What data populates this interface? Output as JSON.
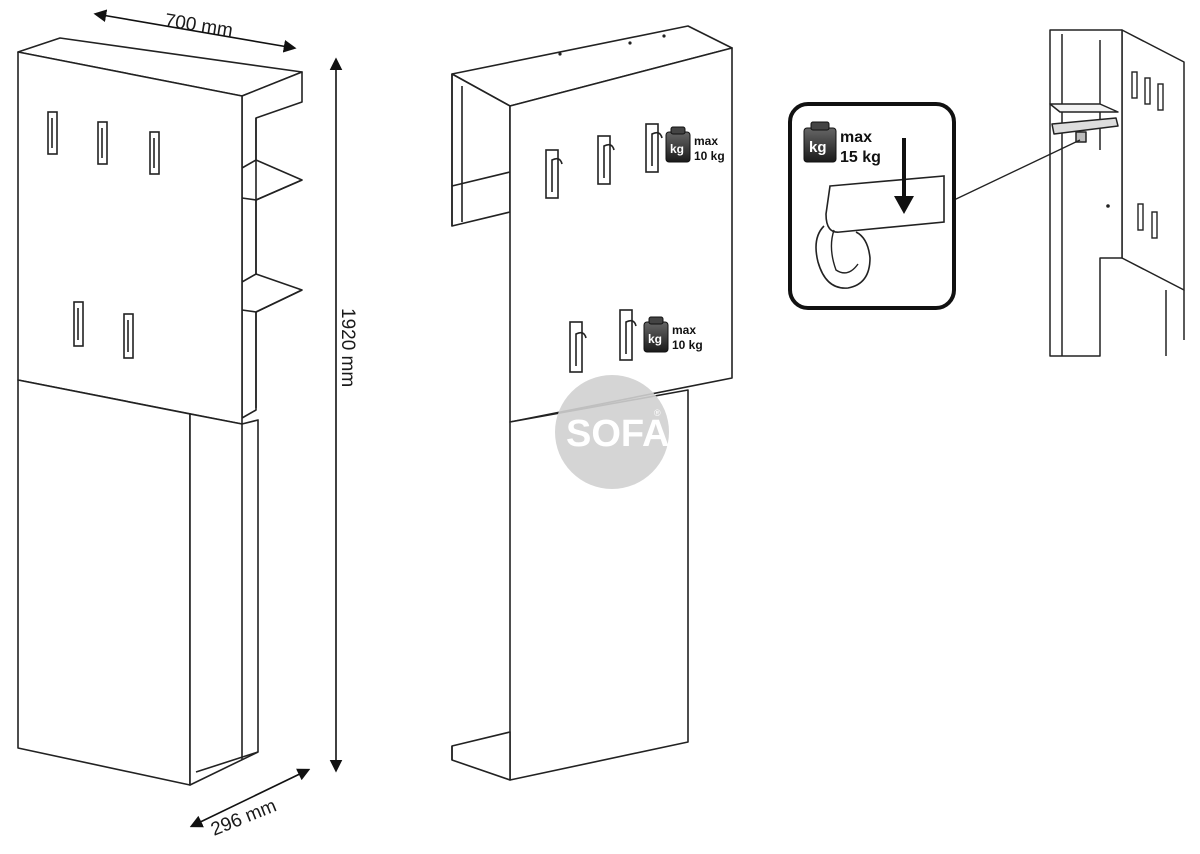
{
  "dimensions": {
    "width": "700 mm",
    "height": "1920 mm",
    "depth": "296 mm"
  },
  "load_labels": {
    "upper_hooks": {
      "line1": "max",
      "line2": "10 kg",
      "icon": "kg"
    },
    "lower_hooks": {
      "line1": "max",
      "line2": "10 kg",
      "icon": "kg"
    },
    "rail_detail": {
      "line1": "max",
      "line2": "15 kg",
      "icon": "kg"
    }
  },
  "watermark": {
    "text": "SOFA",
    "mark": "®"
  }
}
